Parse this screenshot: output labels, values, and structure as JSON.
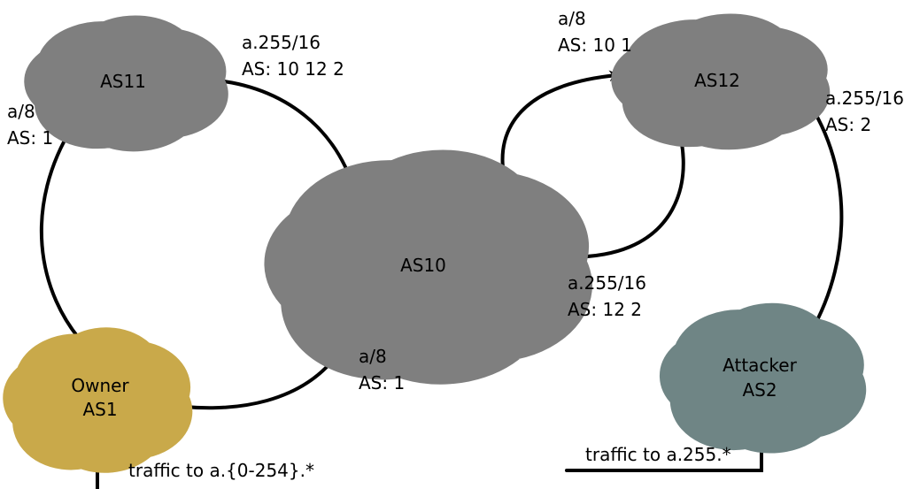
{
  "nodes": {
    "as11": {
      "label": "AS11",
      "fill": "#ffffff",
      "stroke": "#7f7f7f"
    },
    "as12": {
      "label": "AS12",
      "fill": "#ffffff",
      "stroke": "#7f7f7f"
    },
    "as10": {
      "label": "AS10",
      "fill": "#ffffff",
      "stroke": "#7f7f7f"
    },
    "owner": {
      "line1": "Owner",
      "line2": "AS1",
      "fill": "#fff2cc",
      "stroke": "#c9a94a"
    },
    "attacker": {
      "line1": "Attacker",
      "line2": "AS2",
      "fill": "#c7d3d3",
      "stroke": "#6f8585"
    }
  },
  "announcements": {
    "as1_to_as11": {
      "prefix": "a/8",
      "path": "AS: 1"
    },
    "as10_to_as11": {
      "prefix": "a.255/16",
      "path": "AS: 10 12 2"
    },
    "as10_to_as12": {
      "prefix": "a/8",
      "path": "AS: 10 1"
    },
    "as2_to_as12": {
      "prefix": "a.255/16",
      "path": "AS: 2"
    },
    "as12_to_as10": {
      "prefix": "a.255/16",
      "path": "AS: 12 2"
    },
    "as1_to_as10": {
      "prefix": "a/8",
      "path": "AS: 1"
    }
  },
  "traffic": {
    "owner": "traffic to a.{0-254}.*",
    "attacker": "traffic to a.255.*"
  }
}
